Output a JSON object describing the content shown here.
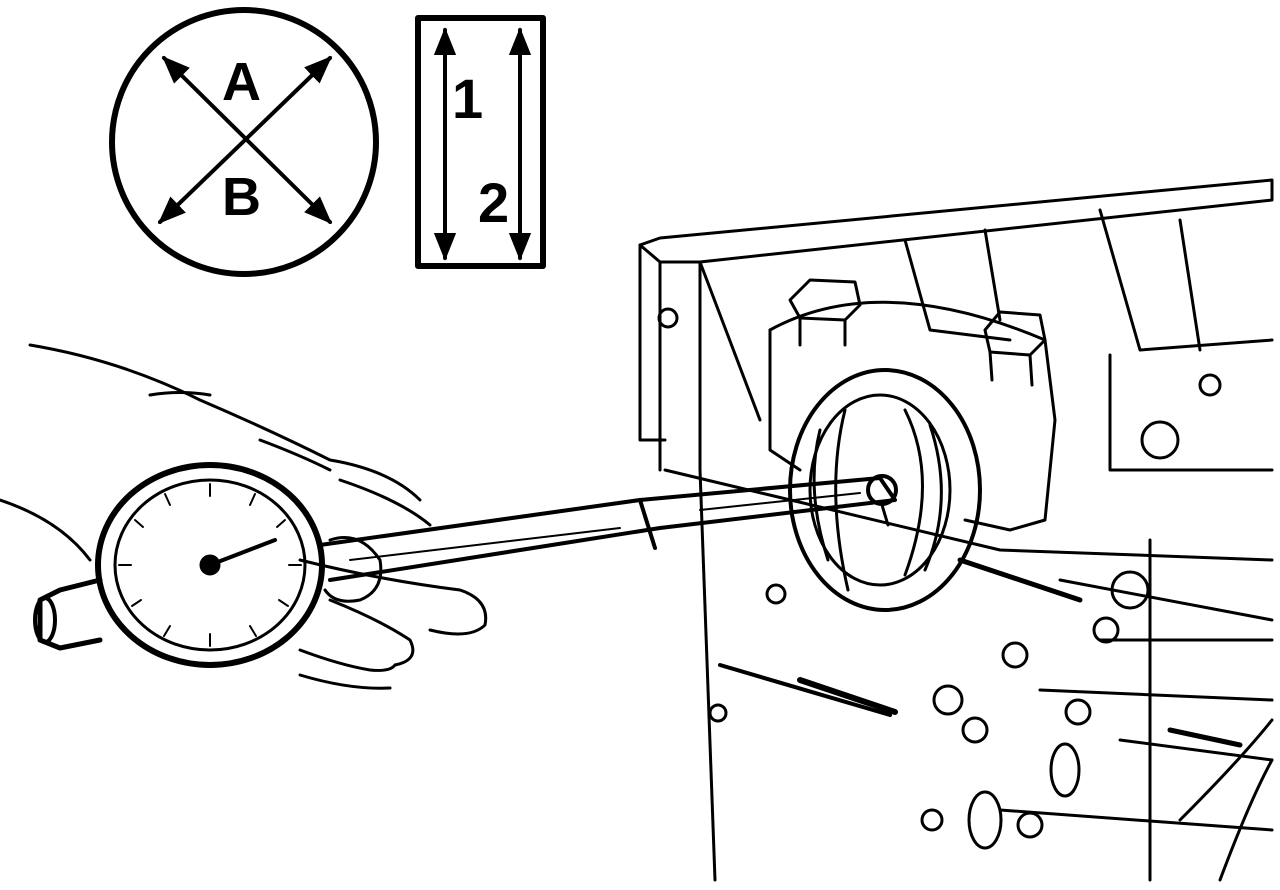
{
  "diagram": {
    "ink_color": "#000000",
    "background_color": "#ffffff",
    "circle_inset": {
      "label_a": "A",
      "label_b": "B"
    },
    "depth_inset": {
      "label_1": "1",
      "label_2": "2"
    }
  }
}
